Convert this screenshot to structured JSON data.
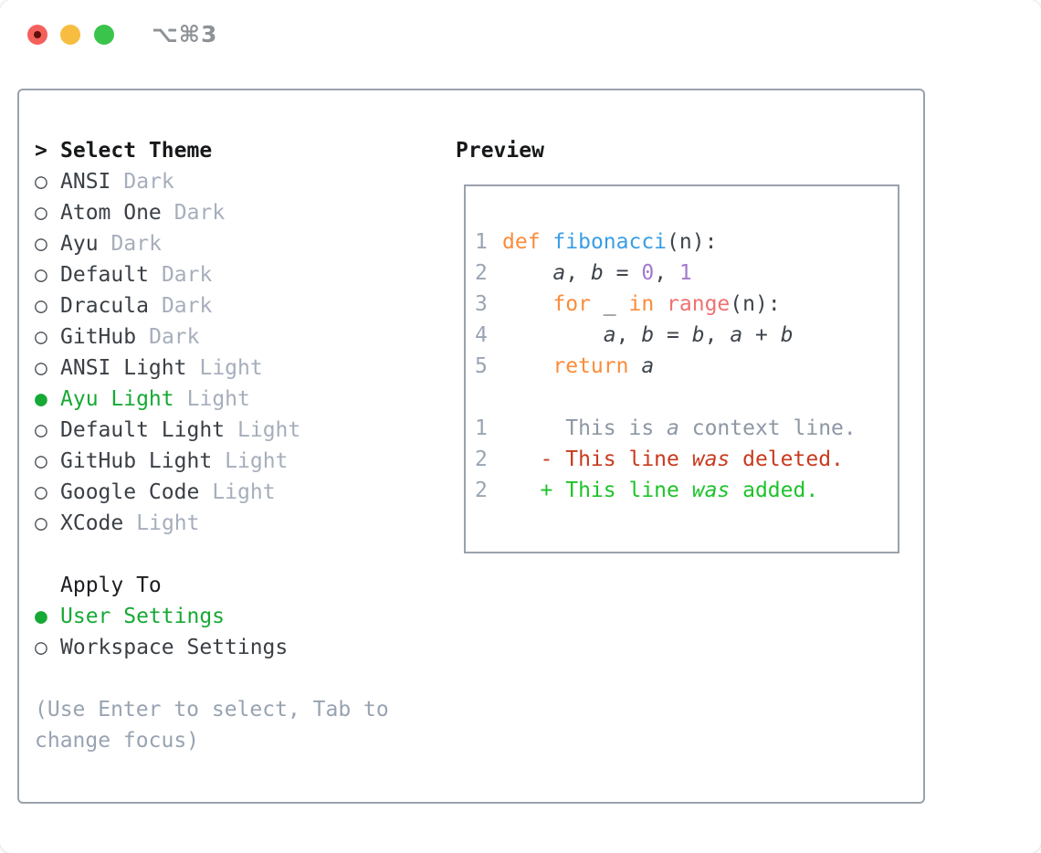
{
  "window": {
    "title": "⌥⌘3",
    "controls": [
      {
        "name": "close-button"
      },
      {
        "name": "minimize-button"
      },
      {
        "name": "zoom-button"
      }
    ]
  },
  "glyphs": {
    "header_prefix": ">",
    "radio_unselected": "○",
    "radio_selected": "●"
  },
  "colors": {
    "tl-red": "#f4605a",
    "tl-red-dot": "#61110b",
    "tl-yellow": "#f7bd40",
    "tl-green": "#3bc44c",
    "title-gray": "#8e9296",
    "border": "#9aa2ac",
    "ink": "#16181a",
    "ink2": "#1c1e21",
    "name": "#3b4046",
    "circle": "#4b5056",
    "sel-green": "#17a935",
    "gray-suffix": "#a6aebc",
    "gray-linenum": "#9aa5b3",
    "gray-help": "#98a3b2",
    "plain": "#3e444c",
    "kw": "#fa8c3c",
    "fn": "#399ee6",
    "purple": "#a37acc",
    "rng": "#f07171",
    "ctx": "#8d97a4",
    "del": "#c83a1e",
    "add": "#1ec32a"
  },
  "sidebar": {
    "header_label": "Select Theme",
    "themes": [
      {
        "name": "ANSI",
        "variant": "Dark",
        "selected": false
      },
      {
        "name": "Atom One",
        "variant": "Dark",
        "selected": false
      },
      {
        "name": "Ayu",
        "variant": "Dark",
        "selected": false
      },
      {
        "name": "Default",
        "variant": "Dark",
        "selected": false
      },
      {
        "name": "Dracula",
        "variant": "Dark",
        "selected": false
      },
      {
        "name": "GitHub",
        "variant": "Dark",
        "selected": false
      },
      {
        "name": "ANSI Light",
        "variant": "Light",
        "selected": false
      },
      {
        "name": "Ayu Light",
        "variant": "Light",
        "selected": true
      },
      {
        "name": "Default Light",
        "variant": "Light",
        "selected": false
      },
      {
        "name": "GitHub Light",
        "variant": "Light",
        "selected": false
      },
      {
        "name": "Google Code",
        "variant": "Light",
        "selected": false
      },
      {
        "name": "XCode",
        "variant": "Light",
        "selected": false
      }
    ],
    "apply_header": "Apply To",
    "apply_options": [
      {
        "name": "User Settings",
        "selected": true
      },
      {
        "name": "Workspace Settings",
        "selected": false
      }
    ],
    "help": "(Use Enter to select, Tab to change focus)"
  },
  "preview": {
    "title": "Preview",
    "lines": [
      {
        "num": "1",
        "tokens": [
          {
            "t": "def",
            "c": "kw"
          },
          {
            "t": " ",
            "c": "pl"
          },
          {
            "t": "fibonacci",
            "c": "fn"
          },
          {
            "t": "(n):",
            "c": "pl"
          }
        ]
      },
      {
        "num": "2",
        "tokens": [
          {
            "t": "    ",
            "c": "pl"
          },
          {
            "t": "a",
            "c": "var"
          },
          {
            "t": ", ",
            "c": "pl"
          },
          {
            "t": "b",
            "c": "var"
          },
          {
            "t": " = ",
            "c": "pl"
          },
          {
            "t": "0",
            "c": "num"
          },
          {
            "t": ", ",
            "c": "pl"
          },
          {
            "t": "1",
            "c": "num"
          }
        ]
      },
      {
        "num": "3",
        "tokens": [
          {
            "t": "    ",
            "c": "pl"
          },
          {
            "t": "for",
            "c": "kw"
          },
          {
            "t": " _ ",
            "c": "pl"
          },
          {
            "t": "in",
            "c": "kw"
          },
          {
            "t": " ",
            "c": "pl"
          },
          {
            "t": "range",
            "c": "rng"
          },
          {
            "t": "(n):",
            "c": "pl"
          }
        ]
      },
      {
        "num": "4",
        "tokens": [
          {
            "t": "        ",
            "c": "pl"
          },
          {
            "t": "a",
            "c": "var"
          },
          {
            "t": ", ",
            "c": "pl"
          },
          {
            "t": "b",
            "c": "var"
          },
          {
            "t": " = ",
            "c": "pl"
          },
          {
            "t": "b",
            "c": "var"
          },
          {
            "t": ", ",
            "c": "pl"
          },
          {
            "t": "a",
            "c": "var"
          },
          {
            "t": " + ",
            "c": "pl"
          },
          {
            "t": "b",
            "c": "var"
          }
        ]
      },
      {
        "num": "5",
        "tokens": [
          {
            "t": "    ",
            "c": "pl"
          },
          {
            "t": "return",
            "c": "kw"
          },
          {
            "t": " ",
            "c": "pl"
          },
          {
            "t": "a",
            "c": "var"
          }
        ]
      },
      {
        "num": "",
        "tokens": []
      },
      {
        "num": "1",
        "tokens": [
          {
            "t": "     This is ",
            "c": "ctx"
          },
          {
            "t": "a",
            "c": "ctx it"
          },
          {
            "t": " context line.",
            "c": "ctx"
          }
        ]
      },
      {
        "num": "2",
        "tokens": [
          {
            "t": "   - This line ",
            "c": "del"
          },
          {
            "t": "was",
            "c": "del it"
          },
          {
            "t": " deleted.",
            "c": "del"
          }
        ]
      },
      {
        "num": "2",
        "tokens": [
          {
            "t": "   + This line ",
            "c": "add"
          },
          {
            "t": "was",
            "c": "add it"
          },
          {
            "t": " added.",
            "c": "add"
          }
        ]
      }
    ]
  }
}
